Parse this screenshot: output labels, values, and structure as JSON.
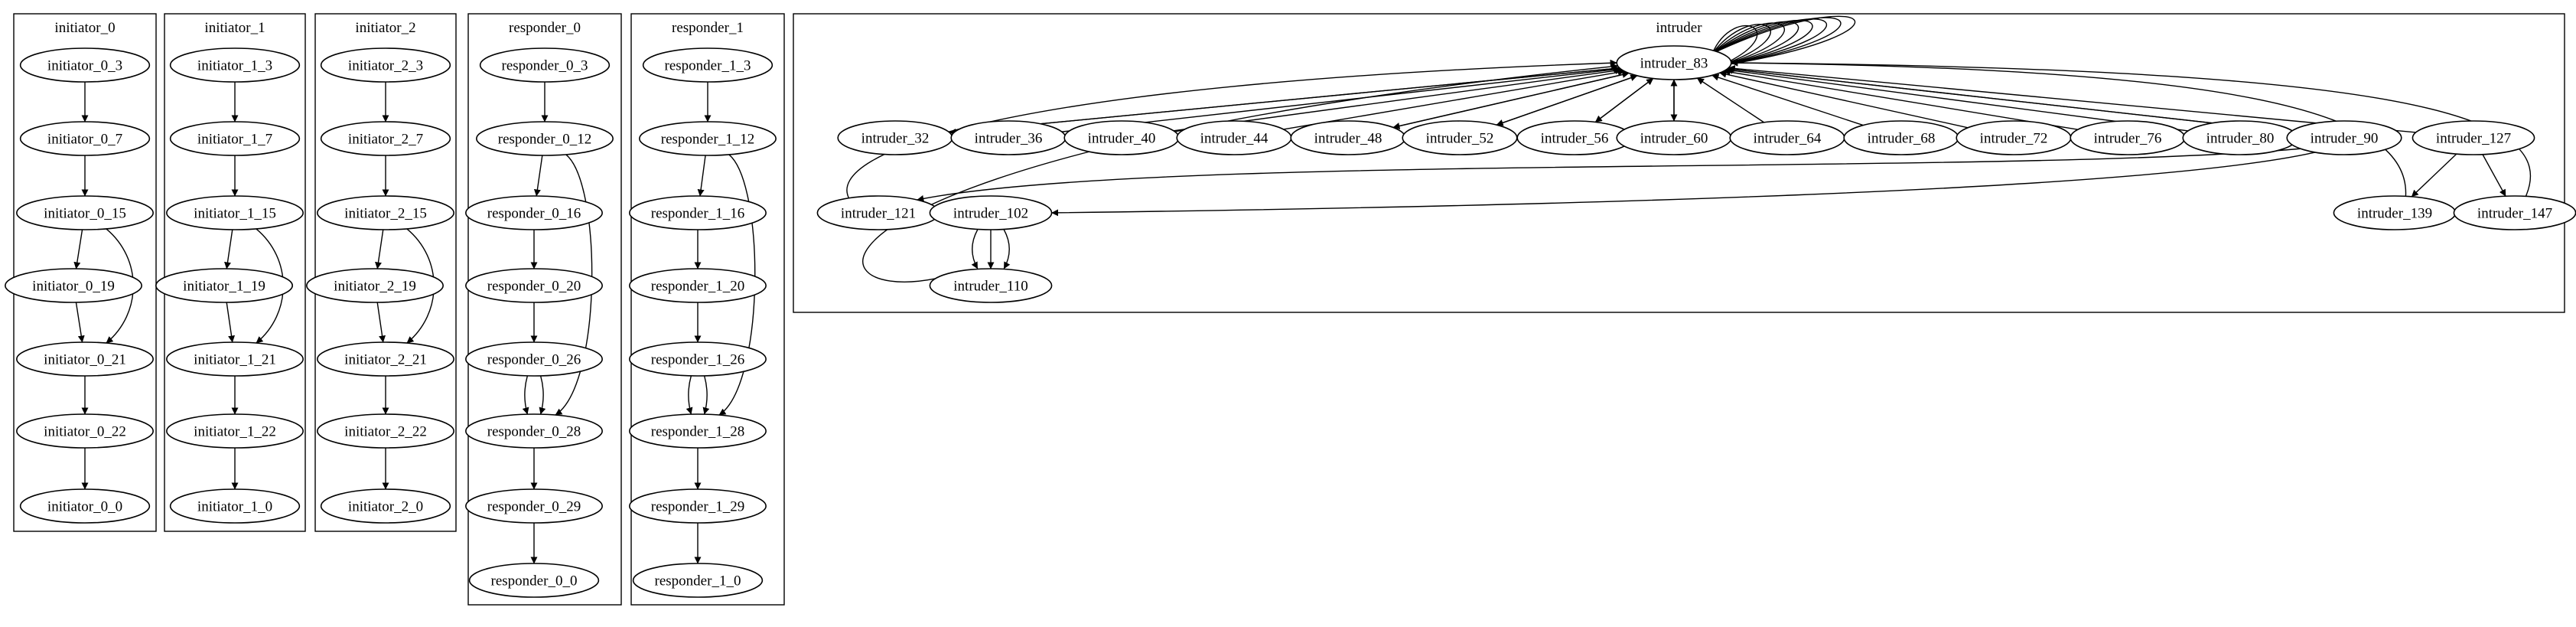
{
  "graph": {
    "clusters": [
      {
        "id": "initiator_0",
        "label": "initiator_0",
        "nodes": [
          {
            "id": "initiator_0_3",
            "label": "initiator_0_3"
          },
          {
            "id": "initiator_0_7",
            "label": "initiator_0_7"
          },
          {
            "id": "initiator_0_15",
            "label": "initiator_0_15"
          },
          {
            "id": "initiator_0_19",
            "label": "initiator_0_19"
          },
          {
            "id": "initiator_0_21",
            "label": "initiator_0_21"
          },
          {
            "id": "initiator_0_22",
            "label": "initiator_0_22"
          },
          {
            "id": "initiator_0_0",
            "label": "initiator_0_0"
          }
        ]
      },
      {
        "id": "initiator_1",
        "label": "initiator_1",
        "nodes": [
          {
            "id": "initiator_1_3",
            "label": "initiator_1_3"
          },
          {
            "id": "initiator_1_7",
            "label": "initiator_1_7"
          },
          {
            "id": "initiator_1_15",
            "label": "initiator_1_15"
          },
          {
            "id": "initiator_1_19",
            "label": "initiator_1_19"
          },
          {
            "id": "initiator_1_21",
            "label": "initiator_1_21"
          },
          {
            "id": "initiator_1_22",
            "label": "initiator_1_22"
          },
          {
            "id": "initiator_1_0",
            "label": "initiator_1_0"
          }
        ]
      },
      {
        "id": "initiator_2",
        "label": "initiator_2",
        "nodes": [
          {
            "id": "initiator_2_3",
            "label": "initiator_2_3"
          },
          {
            "id": "initiator_2_7",
            "label": "initiator_2_7"
          },
          {
            "id": "initiator_2_15",
            "label": "initiator_2_15"
          },
          {
            "id": "initiator_2_19",
            "label": "initiator_2_19"
          },
          {
            "id": "initiator_2_21",
            "label": "initiator_2_21"
          },
          {
            "id": "initiator_2_22",
            "label": "initiator_2_22"
          },
          {
            "id": "initiator_2_0",
            "label": "initiator_2_0"
          }
        ]
      },
      {
        "id": "responder_0",
        "label": "responder_0",
        "nodes": [
          {
            "id": "responder_0_3",
            "label": "responder_0_3"
          },
          {
            "id": "responder_0_12",
            "label": "responder_0_12"
          },
          {
            "id": "responder_0_16",
            "label": "responder_0_16"
          },
          {
            "id": "responder_0_20",
            "label": "responder_0_20"
          },
          {
            "id": "responder_0_26",
            "label": "responder_0_26"
          },
          {
            "id": "responder_0_28",
            "label": "responder_0_28"
          },
          {
            "id": "responder_0_29",
            "label": "responder_0_29"
          },
          {
            "id": "responder_0_0",
            "label": "responder_0_0"
          }
        ]
      },
      {
        "id": "responder_1",
        "label": "responder_1",
        "nodes": [
          {
            "id": "responder_1_3",
            "label": "responder_1_3"
          },
          {
            "id": "responder_1_12",
            "label": "responder_1_12"
          },
          {
            "id": "responder_1_16",
            "label": "responder_1_16"
          },
          {
            "id": "responder_1_20",
            "label": "responder_1_20"
          },
          {
            "id": "responder_1_26",
            "label": "responder_1_26"
          },
          {
            "id": "responder_1_28",
            "label": "responder_1_28"
          },
          {
            "id": "responder_1_29",
            "label": "responder_1_29"
          },
          {
            "id": "responder_1_0",
            "label": "responder_1_0"
          }
        ]
      },
      {
        "id": "intruder",
        "label": "intruder",
        "nodes": [
          {
            "id": "intruder_83",
            "label": "intruder_83"
          },
          {
            "id": "intruder_32",
            "label": "intruder_32"
          },
          {
            "id": "intruder_36",
            "label": "intruder_36"
          },
          {
            "id": "intruder_40",
            "label": "intruder_40"
          },
          {
            "id": "intruder_44",
            "label": "intruder_44"
          },
          {
            "id": "intruder_48",
            "label": "intruder_48"
          },
          {
            "id": "intruder_52",
            "label": "intruder_52"
          },
          {
            "id": "intruder_56",
            "label": "intruder_56"
          },
          {
            "id": "intruder_60",
            "label": "intruder_60"
          },
          {
            "id": "intruder_64",
            "label": "intruder_64"
          },
          {
            "id": "intruder_68",
            "label": "intruder_68"
          },
          {
            "id": "intruder_72",
            "label": "intruder_72"
          },
          {
            "id": "intruder_76",
            "label": "intruder_76"
          },
          {
            "id": "intruder_80",
            "label": "intruder_80"
          },
          {
            "id": "intruder_90",
            "label": "intruder_90"
          },
          {
            "id": "intruder_127",
            "label": "intruder_127"
          },
          {
            "id": "intruder_121",
            "label": "intruder_121"
          },
          {
            "id": "intruder_102",
            "label": "intruder_102"
          },
          {
            "id": "intruder_110",
            "label": "intruder_110"
          },
          {
            "id": "intruder_139",
            "label": "intruder_139"
          },
          {
            "id": "intruder_147",
            "label": "intruder_147"
          }
        ]
      }
    ],
    "edges": [
      [
        "initiator_0_3",
        "initiator_0_7"
      ],
      [
        "initiator_0_7",
        "initiator_0_15"
      ],
      [
        "initiator_0_15",
        "initiator_0_19"
      ],
      [
        "initiator_0_15",
        "initiator_0_21"
      ],
      [
        "initiator_0_19",
        "initiator_0_21"
      ],
      [
        "initiator_0_21",
        "initiator_0_22"
      ],
      [
        "initiator_0_22",
        "initiator_0_0"
      ],
      [
        "initiator_1_3",
        "initiator_1_7"
      ],
      [
        "initiator_1_7",
        "initiator_1_15"
      ],
      [
        "initiator_1_15",
        "initiator_1_19"
      ],
      [
        "initiator_1_15",
        "initiator_1_21"
      ],
      [
        "initiator_1_19",
        "initiator_1_21"
      ],
      [
        "initiator_1_21",
        "initiator_1_22"
      ],
      [
        "initiator_1_22",
        "initiator_1_0"
      ],
      [
        "initiator_2_3",
        "initiator_2_7"
      ],
      [
        "initiator_2_7",
        "initiator_2_15"
      ],
      [
        "initiator_2_15",
        "initiator_2_19"
      ],
      [
        "initiator_2_15",
        "initiator_2_21"
      ],
      [
        "initiator_2_19",
        "initiator_2_21"
      ],
      [
        "initiator_2_21",
        "initiator_2_22"
      ],
      [
        "initiator_2_22",
        "initiator_2_0"
      ],
      [
        "responder_0_3",
        "responder_0_12"
      ],
      [
        "responder_0_12",
        "responder_0_16"
      ],
      [
        "responder_0_12",
        "responder_0_28"
      ],
      [
        "responder_0_16",
        "responder_0_20"
      ],
      [
        "responder_0_20",
        "responder_0_26"
      ],
      [
        "responder_0_26",
        "responder_0_28"
      ],
      [
        "responder_0_26",
        "responder_0_28"
      ],
      [
        "responder_0_28",
        "responder_0_29"
      ],
      [
        "responder_0_29",
        "responder_0_0"
      ],
      [
        "responder_1_3",
        "responder_1_12"
      ],
      [
        "responder_1_12",
        "responder_1_16"
      ],
      [
        "responder_1_12",
        "responder_1_28"
      ],
      [
        "responder_1_16",
        "responder_1_20"
      ],
      [
        "responder_1_20",
        "responder_1_26"
      ],
      [
        "responder_1_26",
        "responder_1_28"
      ],
      [
        "responder_1_26",
        "responder_1_28"
      ],
      [
        "responder_1_28",
        "responder_1_29"
      ],
      [
        "responder_1_29",
        "responder_1_0"
      ],
      [
        "intruder_32",
        "intruder_83"
      ],
      [
        "intruder_36",
        "intruder_83"
      ],
      [
        "intruder_40",
        "intruder_83"
      ],
      [
        "intruder_44",
        "intruder_83"
      ],
      [
        "intruder_48",
        "intruder_83"
      ],
      [
        "intruder_52",
        "intruder_83"
      ],
      [
        "intruder_56",
        "intruder_83"
      ],
      [
        "intruder_60",
        "intruder_83"
      ],
      [
        "intruder_64",
        "intruder_83"
      ],
      [
        "intruder_68",
        "intruder_83"
      ],
      [
        "intruder_72",
        "intruder_83"
      ],
      [
        "intruder_76",
        "intruder_83"
      ],
      [
        "intruder_80",
        "intruder_83"
      ],
      [
        "intruder_90",
        "intruder_83"
      ],
      [
        "intruder_127",
        "intruder_83"
      ],
      [
        "intruder_121",
        "intruder_83"
      ],
      [
        "intruder_139",
        "intruder_83"
      ],
      [
        "intruder_147",
        "intruder_83"
      ],
      [
        "intruder_110",
        "intruder_83"
      ],
      [
        "intruder_83",
        "intruder_32"
      ],
      [
        "intruder_83",
        "intruder_48"
      ],
      [
        "intruder_83",
        "intruder_52"
      ],
      [
        "intruder_83",
        "intruder_56"
      ],
      [
        "intruder_83",
        "intruder_60"
      ],
      [
        "intruder_83",
        "intruder_90"
      ],
      [
        "intruder_90",
        "intruder_121"
      ],
      [
        "intruder_90",
        "intruder_102"
      ],
      [
        "intruder_127",
        "intruder_139"
      ],
      [
        "intruder_127",
        "intruder_147"
      ],
      [
        "intruder_102",
        "intruder_110"
      ],
      [
        "intruder_102",
        "intruder_110"
      ],
      [
        "intruder_102",
        "intruder_110"
      ]
    ]
  }
}
